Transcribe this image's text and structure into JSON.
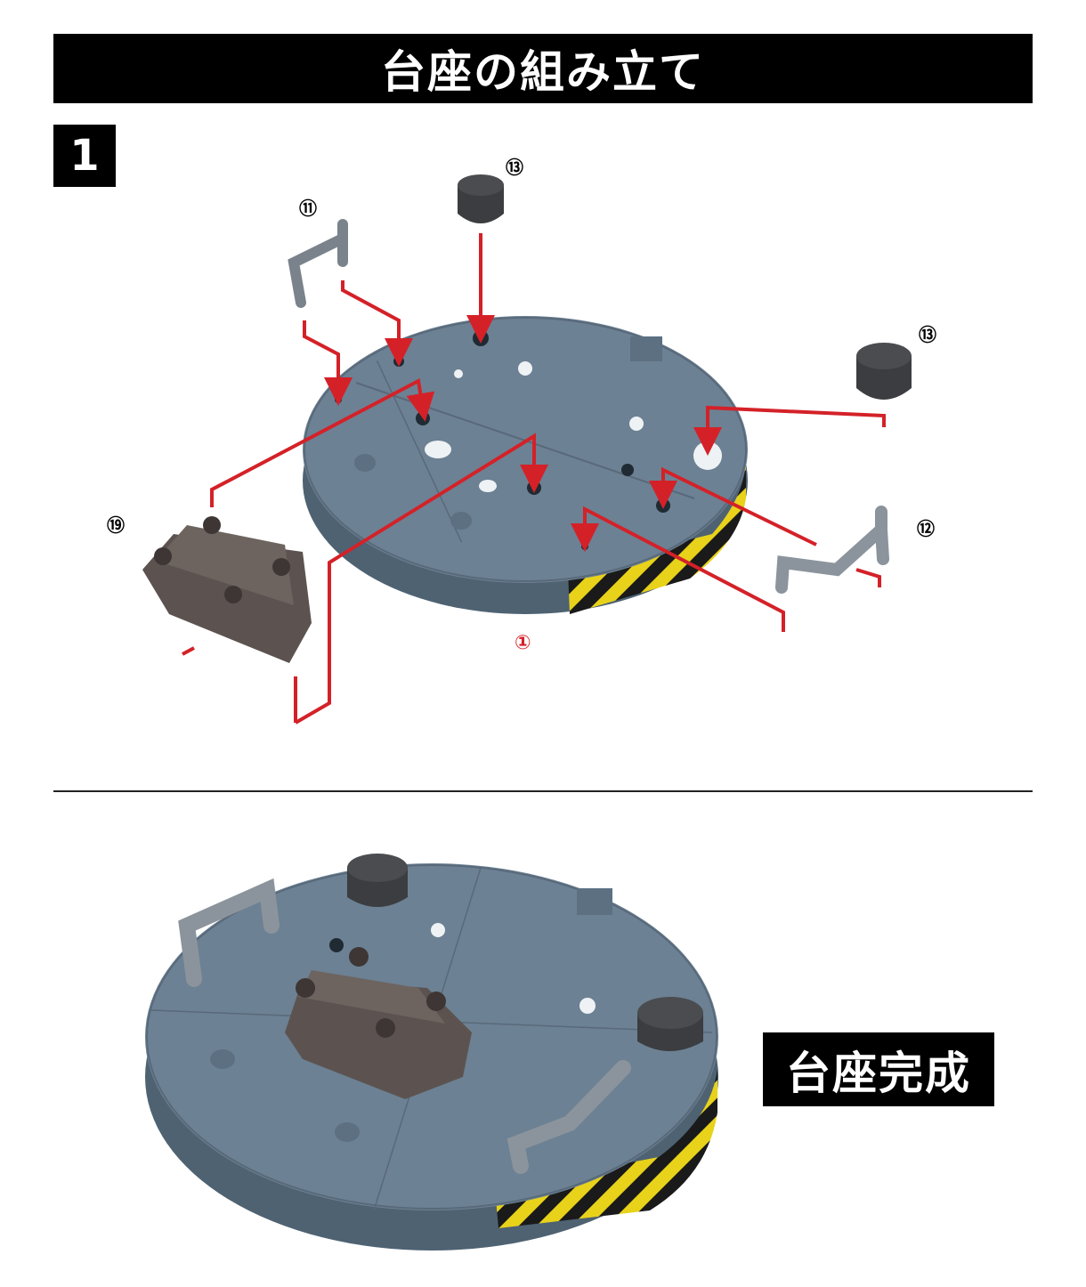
{
  "page": {
    "title": "台座の組み立て",
    "step_number": "1",
    "complete_label": "台座完成"
  },
  "part_labels": {
    "part_11": "⑪",
    "part_13_top": "⑬",
    "part_13_right": "⑬",
    "part_19": "⑲",
    "part_12": "⑫",
    "part_1": "①"
  },
  "colors": {
    "base_plate": "#5f7486",
    "base_plate_top": "#6c8193",
    "arrow": "#d42128",
    "hazard_yellow": "#e8d21a",
    "hazard_black": "#1a1a1a",
    "handle_gray": "#8b949c",
    "cap_dark": "#3b3d40",
    "block_brown": "#5c5350"
  }
}
